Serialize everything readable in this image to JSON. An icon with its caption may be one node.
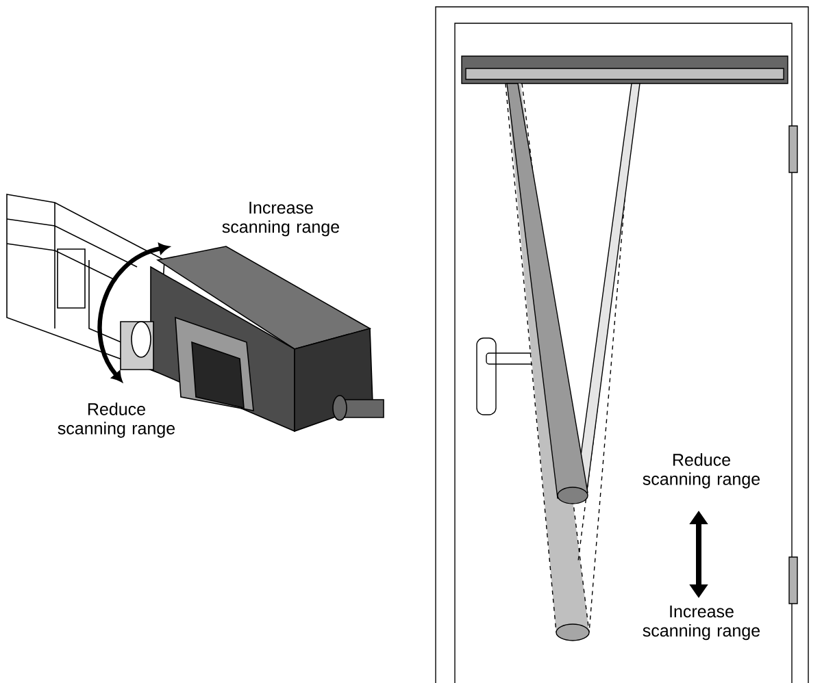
{
  "diagram": {
    "labels": [
      "Increase scanning range",
      "Reduce scanning range",
      "Reduce scanning range",
      "Increase scanning range"
    ]
  }
}
